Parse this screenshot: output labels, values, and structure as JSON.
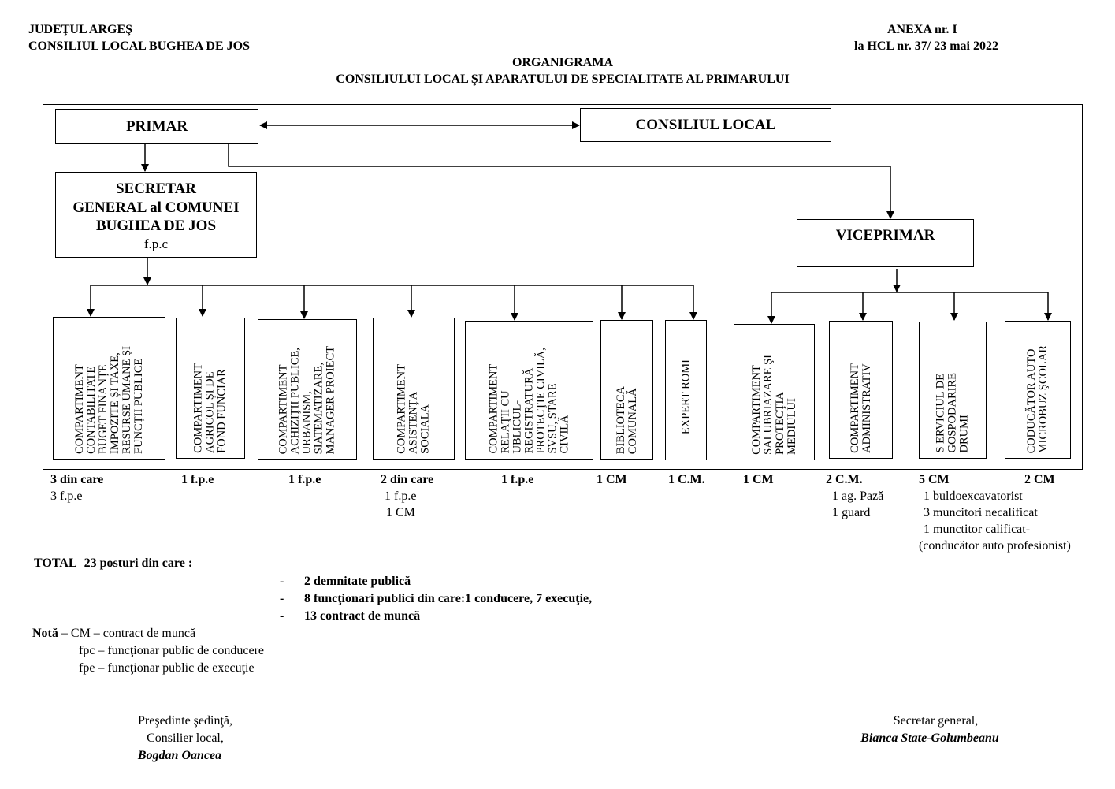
{
  "header": {
    "left_line1": "JUDEŢUL ARGEŞ",
    "left_line2": "CONSILIUL LOCAL BUGHEA DE JOS",
    "right_line1": "ANEXA nr. I",
    "right_line2": "la HCL nr. 37/ 23 mai 2022",
    "title_line1": "ORGANIGRAMA",
    "title_line2": "CONSILIULUI LOCAL ŞI APARATULUI DE SPECIALITATE AL PRIMARULUI"
  },
  "boxes": {
    "primar": "PRIMAR",
    "consiliu": "CONSILIUL LOCAL",
    "secretar_lines": [
      "SECRETAR",
      "GENERAL al COMUNEI",
      "BUGHEA DE JOS"
    ],
    "secretar_sub": "f.p.c",
    "viceprimar": "VICEPRIMAR"
  },
  "departments": [
    {
      "lines": [
        "COMPARTIMENT",
        "CONTABILITATE",
        "BUGET FINANȚE",
        "IMPOZITE ȘI TAXE,",
        "RESURSE UMANE ȘI",
        "FUNCȚII PUBLICE"
      ],
      "count_lines": [
        "3  din care",
        "3 f.p.e"
      ]
    },
    {
      "lines": [
        "COMPARTIMENT",
        "AGRICOL ŞI DE",
        "FOND FUNCIAR"
      ],
      "count_lines": [
        "1 f.p.e"
      ]
    },
    {
      "lines": [
        "COMPARTIMENT",
        "ACHIZIŢII PUBLICE,",
        "URBANISM,",
        "SIATEMATIZARE,",
        "MANAGER PROIECT"
      ],
      "count_lines": [
        "1 f.p.e"
      ]
    },
    {
      "lines": [
        "COMPARTIMENT",
        "ASISTENŢA",
        "SOCIALA"
      ],
      "count_lines": [
        "2 din care",
        "1 f.p.e",
        "1 CM"
      ]
    },
    {
      "lines": [
        "COMPARTIMENT",
        "RELAŢII CU",
        "UBLICUL-",
        "REGISTRATURĂ",
        "PROTECŢIE CIVILĂ,",
        "SVSU, STARE",
        "CIVILĂ"
      ],
      "count_lines": [
        "1 f.p.e"
      ]
    },
    {
      "lines": [
        "BIBLIOTECA",
        "COMUNALĂ"
      ],
      "count_lines": [
        "1 CM"
      ]
    },
    {
      "lines": [
        "EXPERT ROMI"
      ],
      "count_lines": [
        "1 C.M."
      ]
    },
    {
      "lines": [
        "COMPARTIMENT",
        "SALUBRIAZARE ŞI",
        "PROTECŢIA",
        "MEDIULUI"
      ],
      "count_lines": [
        "1 CM"
      ]
    },
    {
      "lines": [
        "COMPARTIMENT",
        "ADMINISTRATIV"
      ],
      "count_lines": [
        "2 C.M.",
        "1 ag. Pază",
        "1 guard"
      ]
    },
    {
      "lines": [
        "S ERVICIUL DE",
        "GOSPODARIRE",
        "DRUMI"
      ],
      "count_lines": [
        "5 CM",
        "1 buldoexcavatorist",
        "3 muncitori necalificat",
        "1 munctitor calificat-",
        "(conducător auto profesionist)"
      ]
    },
    {
      "lines": [
        "CODUCĂTOR AUTO",
        "MICROBUZ ŞCOLAR"
      ],
      "count_lines": [
        "2 CM"
      ]
    }
  ],
  "total": {
    "label": "TOTAL",
    "value": "23 posturi din care",
    "colon": ":",
    "bullets": [
      "2 demnitate publică",
      "8 funcţionari publici  din care:1 conducere, 7 execuţie,",
      "13 contract de muncă"
    ]
  },
  "notes": {
    "label": "Notă",
    "line1": " – CM – contract de muncă",
    "line2": "fpc – funcţionar public de conducere",
    "line3": "fpe – funcţionar public de execuţie"
  },
  "signatures": {
    "left_line1": "Preşedinte şedinţă,",
    "left_line2": "Consilier local,",
    "left_name": "Bogdan Oancea",
    "right_line1": "Secretar general,",
    "right_name": "Bianca State-Golumbeanu"
  }
}
